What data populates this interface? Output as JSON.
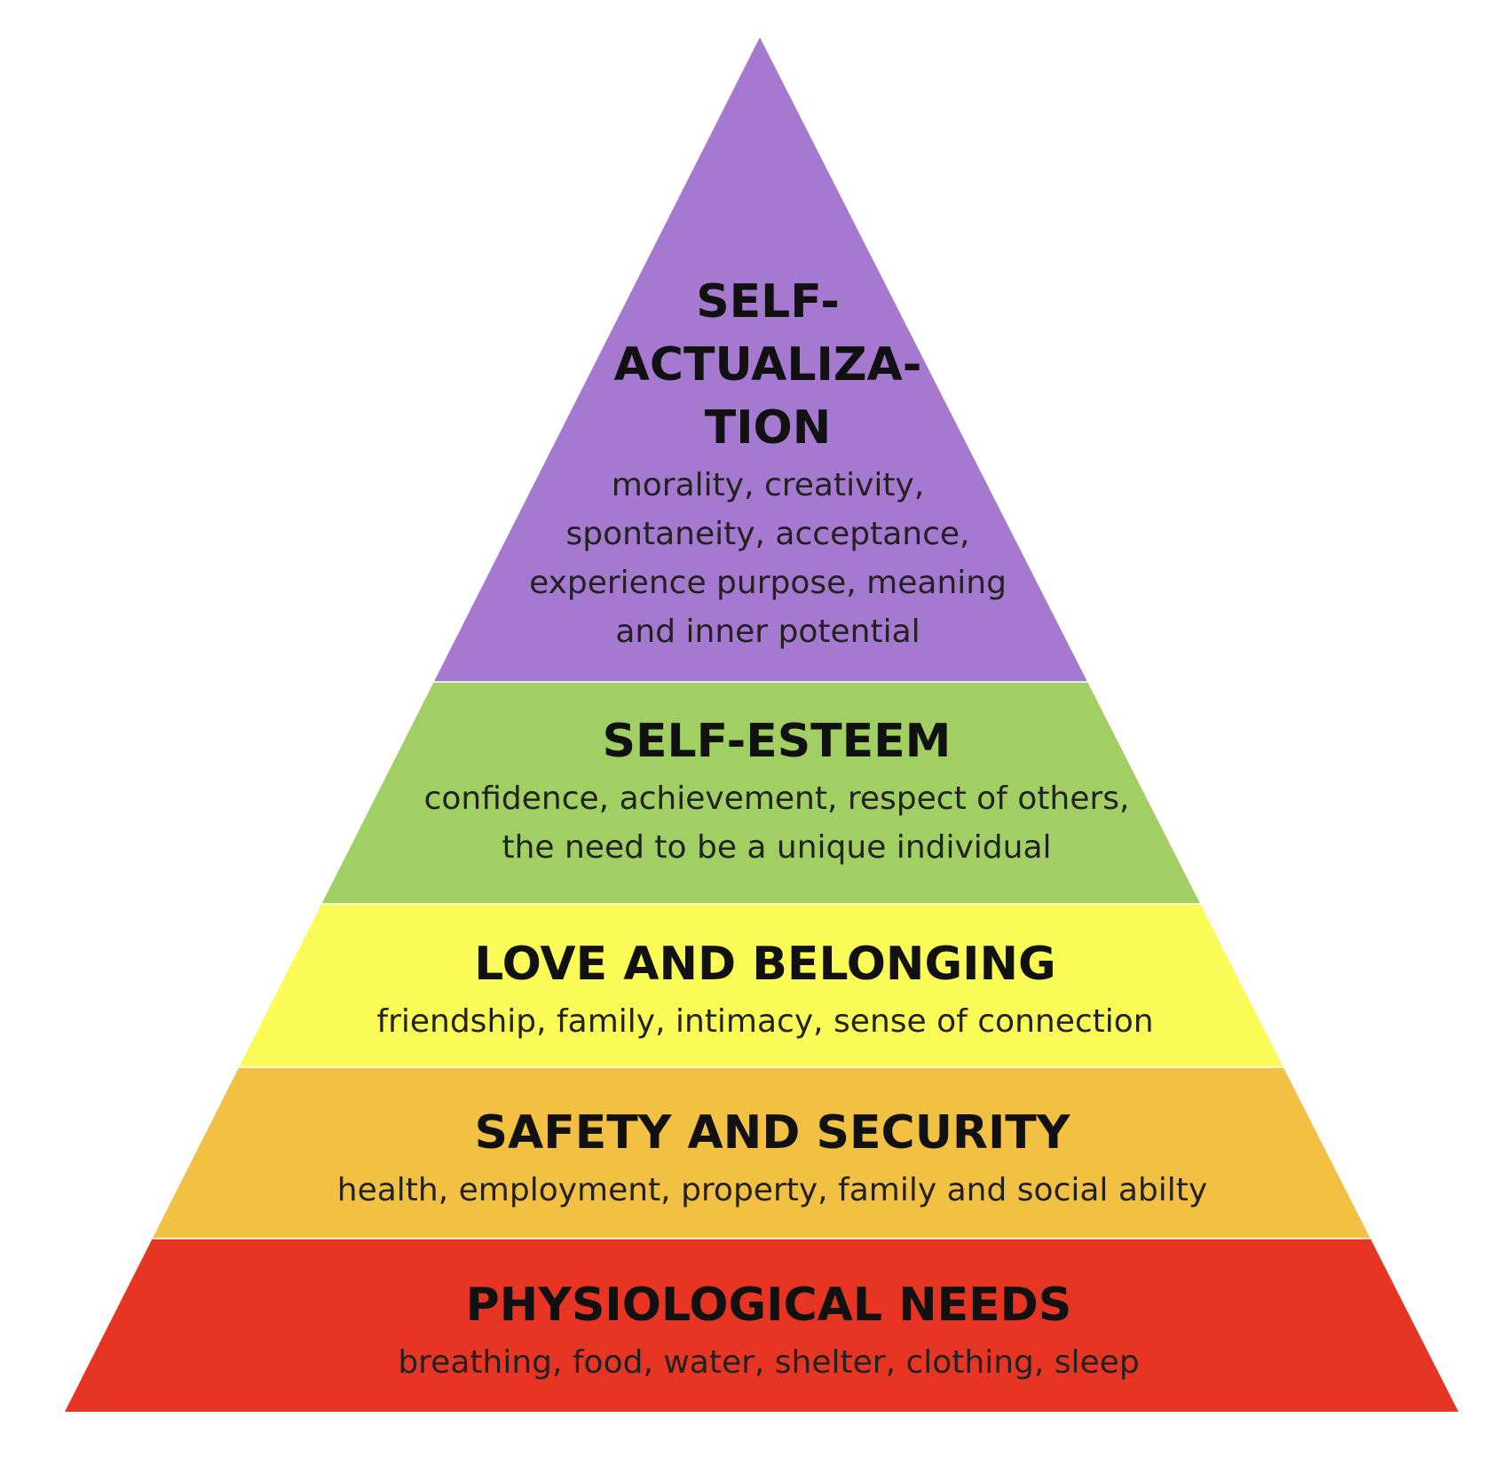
{
  "tiers": [
    {
      "id": "self-actualization",
      "title_lines": [
        "SELF-",
        "ACTUALIZA-",
        "TION"
      ],
      "desc_lines": [
        "morality, creativity,",
        "spontaneity, acceptance,",
        "experience purpose, meaning",
        "and inner potential"
      ],
      "color": "#A479CF"
    },
    {
      "id": "self-esteem",
      "title_lines": [
        "SELF-ESTEEM"
      ],
      "desc_lines": [
        "confidence, achievement, respect of others,",
        "the need to be a unique individual"
      ],
      "color": "#A1CF63"
    },
    {
      "id": "love-and-belonging",
      "title_lines": [
        "LOVE AND BELONGING"
      ],
      "desc_lines": [
        "friendship, family, intimacy, sense of connection"
      ],
      "color": "#FBFB57"
    },
    {
      "id": "safety-and-security",
      "title_lines": [
        "SAFETY AND SECURITY"
      ],
      "desc_lines": [
        "health, employment, property, family and social abilty"
      ],
      "color": "#F2C043"
    },
    {
      "id": "physiological-needs",
      "title_lines": [
        "PHYSIOLOGICAL NEEDS"
      ],
      "desc_lines": [
        "breathing, food, water, shelter, clothing, sleep"
      ],
      "color": "#E63522"
    }
  ]
}
